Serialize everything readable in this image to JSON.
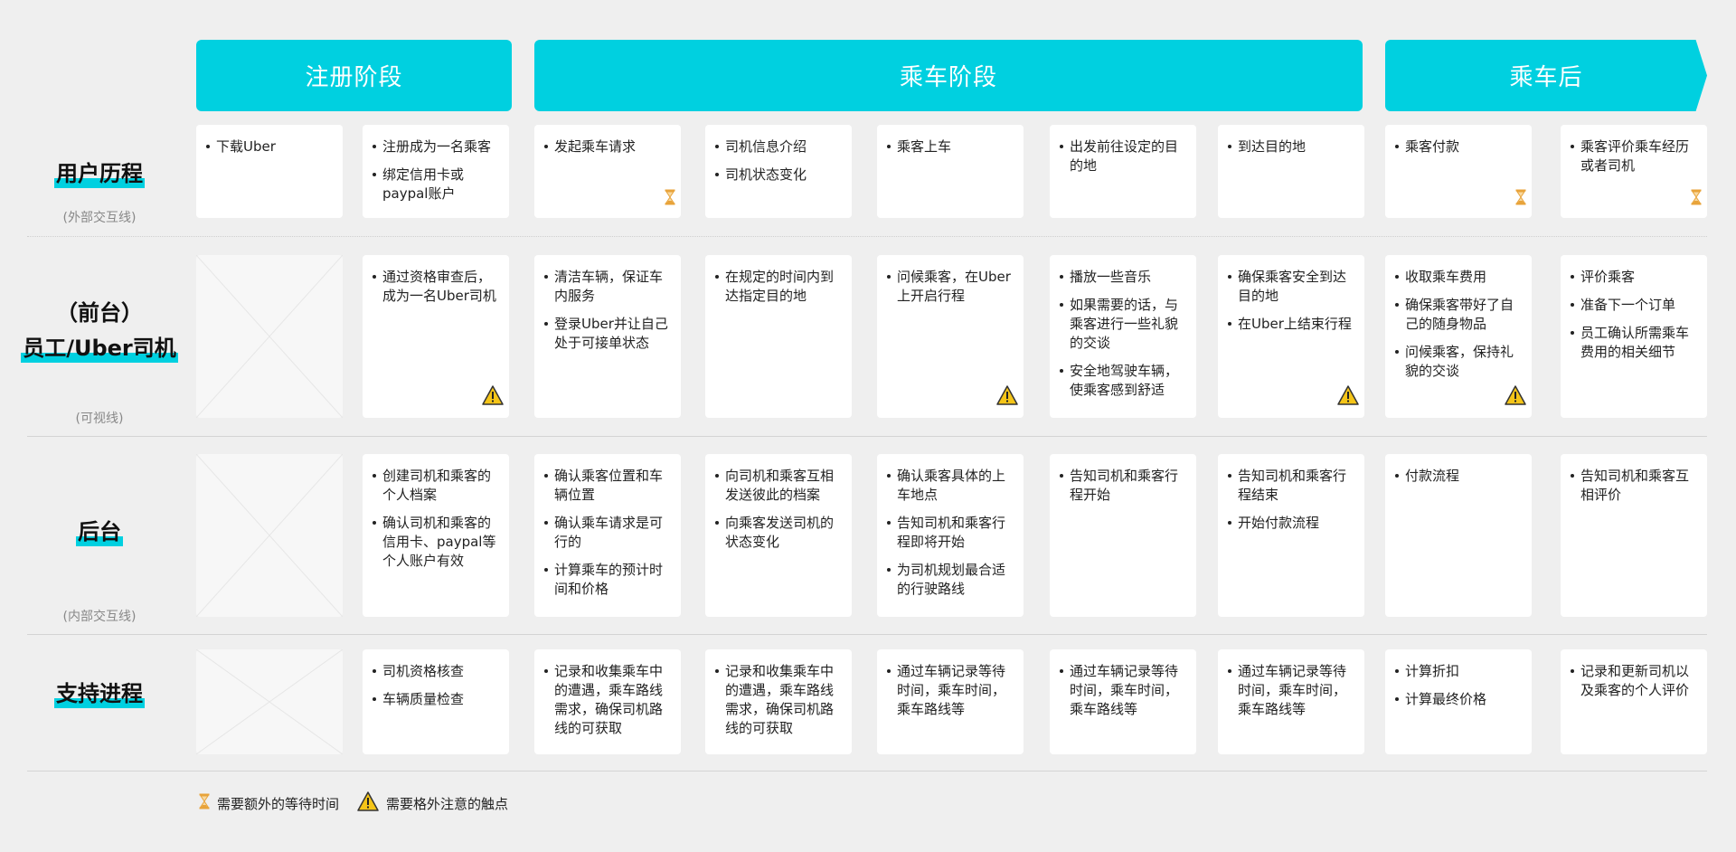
{
  "phases": [
    "注册阶段",
    "乘车阶段",
    "乘车后"
  ],
  "rows": {
    "user": {
      "title": "用户历程",
      "sub": "(外部交互线)"
    },
    "front": {
      "paren": "（前台）",
      "title": "员工/Uber司机",
      "sub": "(可视线)"
    },
    "back": {
      "title": "后台",
      "sub": "(内部交互线)"
    },
    "support": {
      "title": "支持进程"
    }
  },
  "cells": {
    "user": [
      [
        "下载Uber"
      ],
      [
        "注册成为一名乘客",
        "绑定信用卡或paypal账户"
      ],
      [
        "发起乘车请求"
      ],
      [
        "司机信息介绍",
        "司机状态变化"
      ],
      [
        "乘客上车"
      ],
      [
        "出发前往设定的目的地"
      ],
      [
        "到达目的地"
      ],
      [
        "乘客付款"
      ],
      [
        "乘客评价乘车经历或者司机"
      ]
    ],
    "front": [
      [],
      [
        "通过资格审查后，成为一名Uber司机"
      ],
      [
        "清洁车辆，保证车内服务",
        "登录Uber并让自己处于可接单状态"
      ],
      [
        "在规定的时间内到达指定目的地"
      ],
      [
        "问候乘客，在Uber上开启行程"
      ],
      [
        "播放一些音乐",
        "如果需要的话，与乘客进行一些礼貌的交谈",
        "安全地驾驶车辆，使乘客感到舒适"
      ],
      [
        "确保乘客安全到达目的地",
        "在Uber上结束行程"
      ],
      [
        "收取乘车费用",
        "确保乘客带好了自己的随身物品",
        "问候乘客，保持礼貌的交谈"
      ],
      [
        "评价乘客",
        "准备下一个订单",
        "员工确认所需乘车费用的相关细节"
      ]
    ],
    "back": [
      [],
      [
        "创建司机和乘客的个人档案",
        "确认司机和乘客的信用卡、paypal等个人账户有效"
      ],
      [
        "确认乘客位置和车辆位置",
        "确认乘车请求是可行的",
        "计算乘车的预计时间和价格"
      ],
      [
        "向司机和乘客互相发送彼此的档案",
        "向乘客发送司机的状态变化"
      ],
      [
        "确认乘客具体的上车地点",
        "告知司机和乘客行程即将开始",
        "为司机规划最合适的行驶路线"
      ],
      [
        "告知司机和乘客行程开始"
      ],
      [
        "告知司机和乘客行程结束",
        "开始付款流程"
      ],
      [
        "付款流程"
      ],
      [
        "告知司机和乘客互相评价"
      ]
    ],
    "support": [
      [],
      [
        "司机资格核查",
        "车辆质量检查"
      ],
      [
        "记录和收集乘车中的遭遇，乘车路线需求，确保司机路线的可获取"
      ],
      [
        "记录和收集乘车中的遭遇，乘车路线需求，确保司机路线的可获取"
      ],
      [
        "通过车辆记录等待时间，乘车时间，乘车路线等"
      ],
      [
        "通过车辆记录等待时间，乘车时间，乘车路线等"
      ],
      [
        "通过车辆记录等待时间，乘车时间，乘车路线等"
      ],
      [
        "计算折扣",
        "计算最终价格"
      ],
      [
        "记录和更新司机以及乘客的个人评价"
      ]
    ]
  },
  "badges": {
    "hourglass": [
      [
        0,
        2
      ],
      [
        0,
        7
      ],
      [
        0,
        8
      ]
    ],
    "warning": [
      [
        1,
        1
      ],
      [
        1,
        4
      ],
      [
        1,
        6
      ],
      [
        1,
        7
      ]
    ]
  },
  "placeholders": [
    [
      1,
      0
    ],
    [
      2,
      0
    ],
    [
      3,
      0
    ]
  ],
  "legend": {
    "hourglass_label": "需要额外的等待时间",
    "warning_label": "需要格外注意的触点"
  },
  "colors": {
    "accent": "#00d0e0",
    "warning": "#f5c518",
    "hourglass": "#e8a33a"
  }
}
